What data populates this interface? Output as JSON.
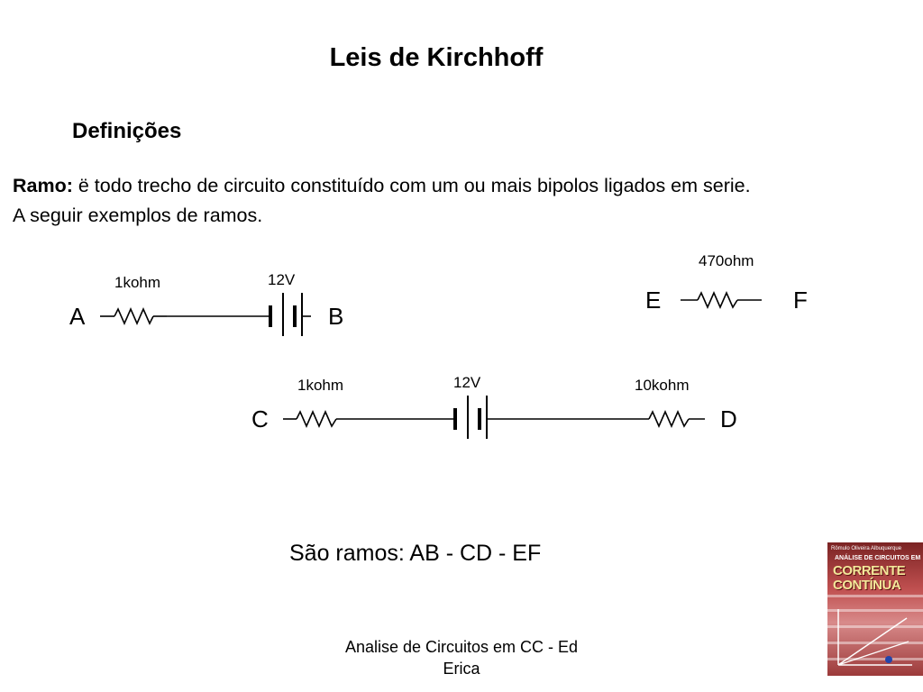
{
  "slide": {
    "title": "Leis de Kirchhoff",
    "subtitle": "Definições",
    "ramo_term": "Ramo:",
    "ramo_text_line1": " ë  todo trecho de circuito constituído com um ou mais bipolos ligados em serie.",
    "ramo_text_line2": "A  seguir  exemplos de ramos.",
    "summary": "São ramos: AB - CD - EF",
    "footer_line1": "Analise de Circuitos em CC - Ed",
    "footer_line2": "Erica"
  },
  "circuits": {
    "ab": {
      "node_start": "A",
      "node_end": "B",
      "resistor": "1kohm",
      "battery": "12V"
    },
    "cd": {
      "node_start": "C",
      "node_end": "D",
      "resistor1": "1kohm",
      "battery": "12V",
      "resistor2": "10kohm"
    },
    "ef": {
      "node_start": "E",
      "node_end": "F",
      "resistor": "470ohm"
    }
  },
  "book_cover": {
    "top_text": "Rômulo Oliveira Albuquerque",
    "series_text": "ANÁLISE DE CIRCUITOS EM",
    "title_text": "CORRENTE CONTÍNUA"
  }
}
